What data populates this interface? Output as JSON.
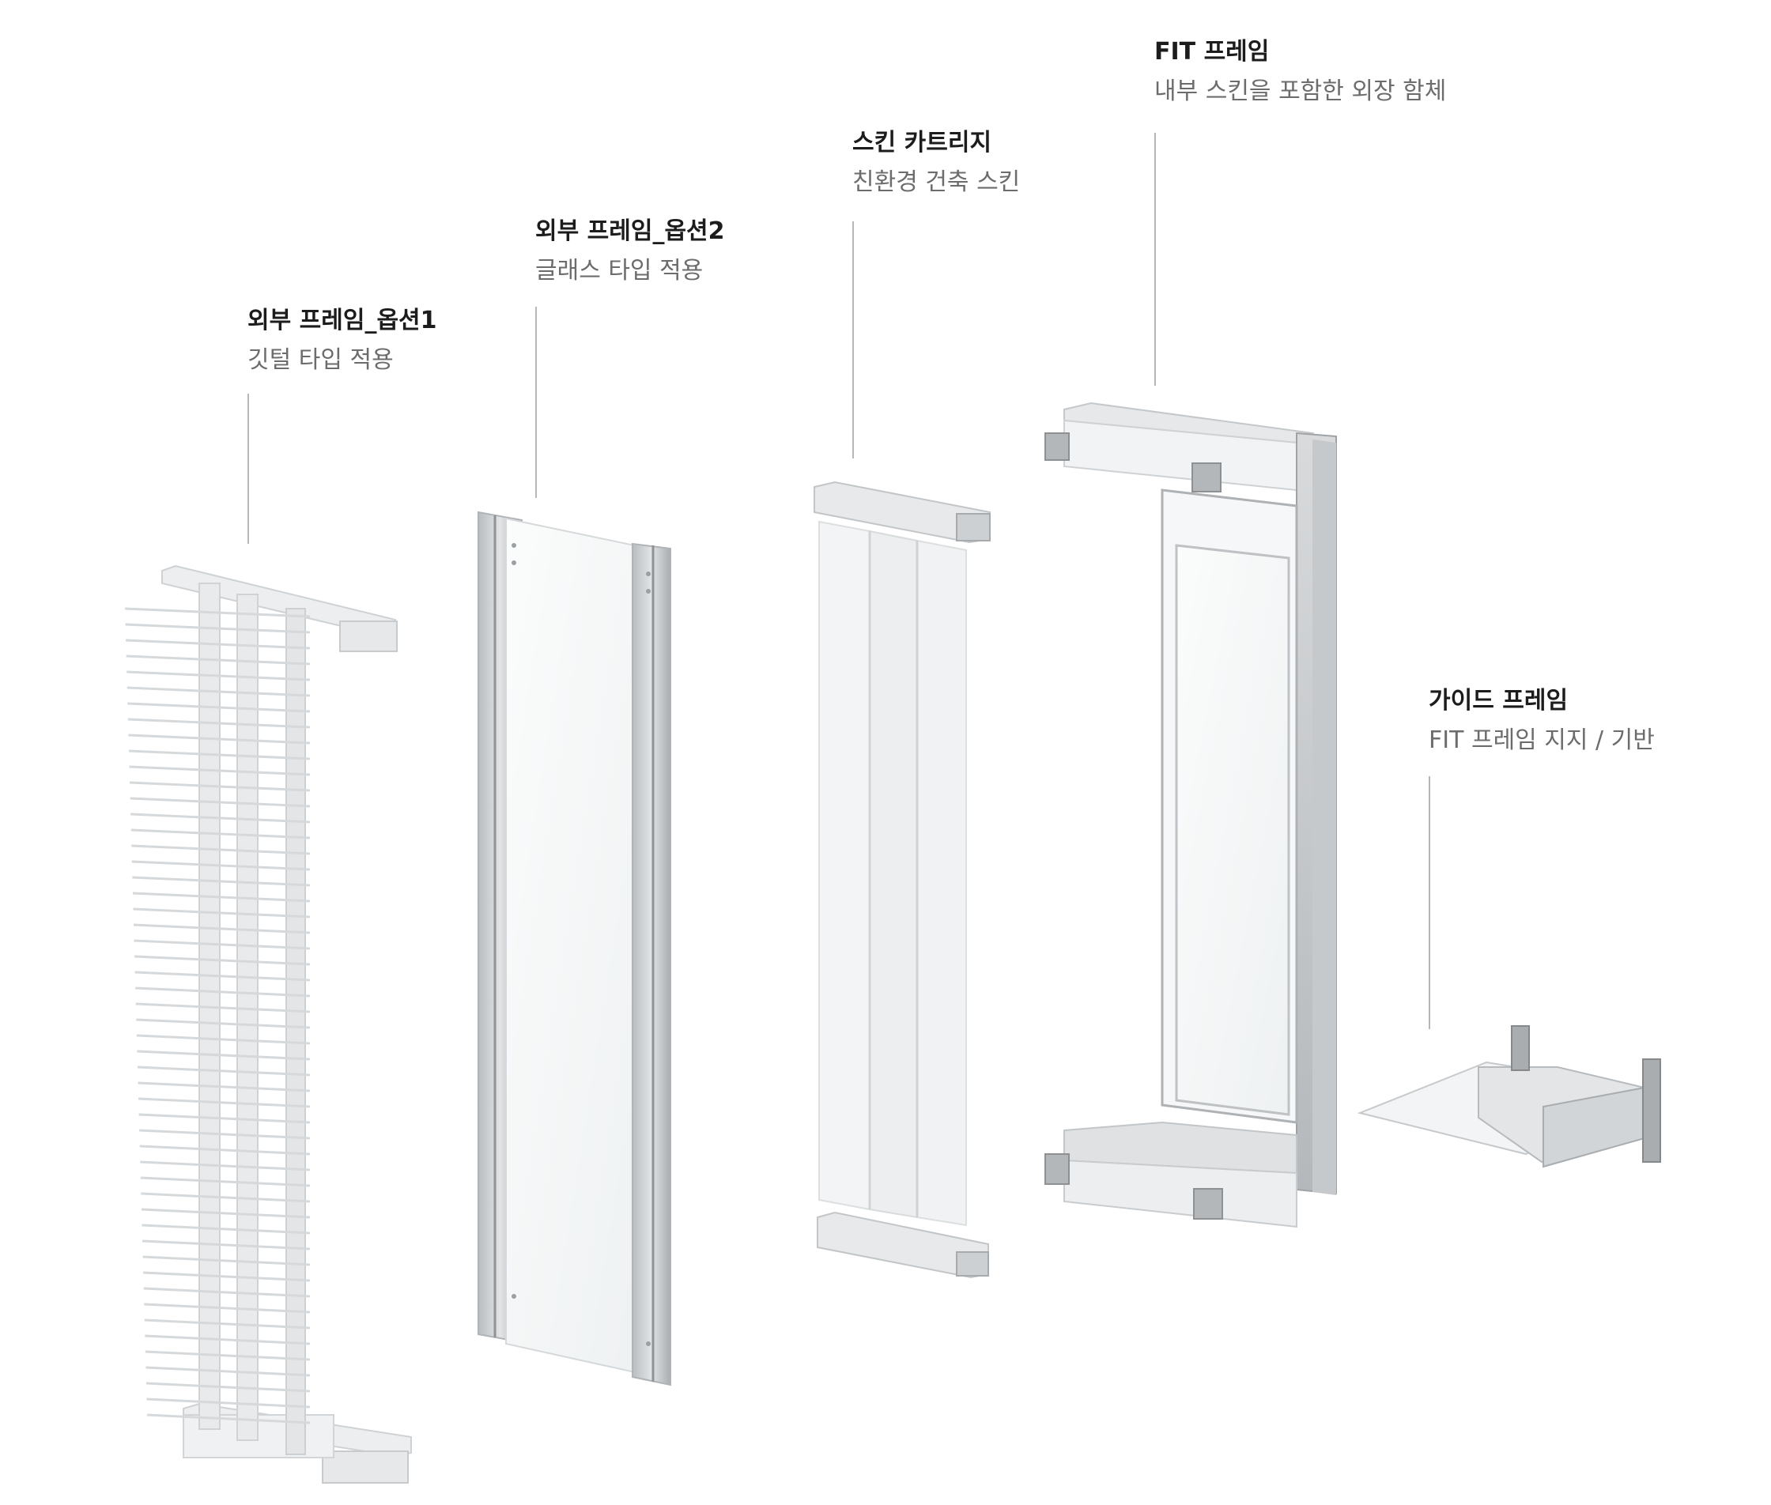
{
  "components": [
    {
      "id": "outer-frame-option1",
      "title": "외부 프레임_옵션1",
      "subtitle": "깃털 타입 적용"
    },
    {
      "id": "outer-frame-option2",
      "title": "외부 프레임_옵션2",
      "subtitle": "글래스 타입 적용"
    },
    {
      "id": "skin-cartridge",
      "title": "스킨 카트리지",
      "subtitle": "친환경 건축 스킨"
    },
    {
      "id": "fit-frame",
      "title": "FIT 프레임",
      "subtitle": "내부 스킨을 포함한 외장 함체"
    },
    {
      "id": "guide-frame",
      "title": "가이드 프레임",
      "subtitle": "FIT 프레임 지지 / 기반"
    }
  ],
  "colors": {
    "leader_line": "#b7b7b7",
    "title_text": "#1c1c1c",
    "subtitle_text": "#6c6c6c",
    "aluminum": "#c9ccce",
    "aluminum_dark": "#9da1a4",
    "white_part": "#f1f2f3"
  }
}
